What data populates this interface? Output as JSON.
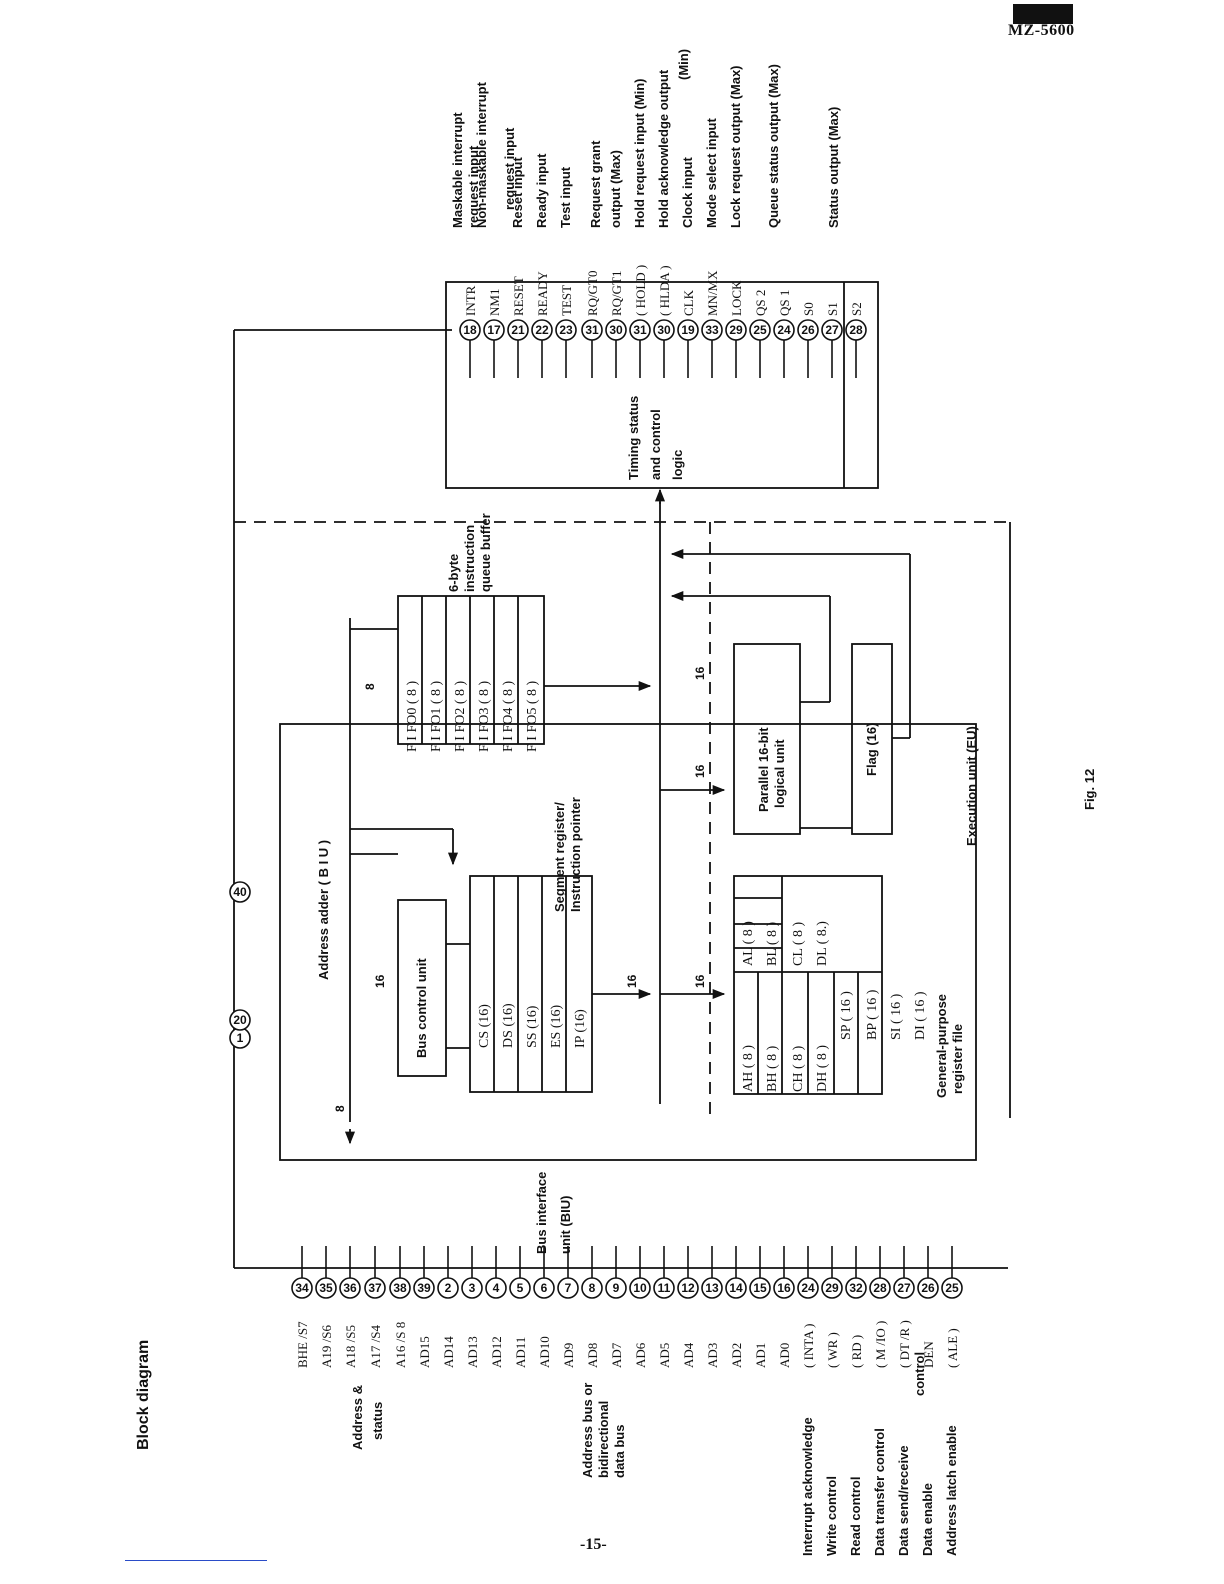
{
  "page": {
    "model": "MZ-5600",
    "page_number": "-15-",
    "section_title": "Block diagram",
    "figure_caption": "Fig. 12"
  },
  "blocks": {
    "biu": [
      "Bus interface",
      "unit (BIU)"
    ],
    "address_adder": "Address adder ( B I U )",
    "bus_control": "Bus control unit",
    "segment_label": [
      "Segment register/",
      "Instruction pointer"
    ],
    "queue_label": [
      "6-byte",
      "instruction",
      "queue buffer"
    ],
    "alu": [
      "Parallel 16-bit",
      "logical unit"
    ],
    "flag": "Flag (16)",
    "gpr_label": [
      "General-purpose",
      "register file"
    ],
    "eu_label": "Execution unit (EU)",
    "timing": [
      "Timing status",
      "and control",
      "logic"
    ]
  },
  "segment_registers": [
    "CS  (16)",
    "DS  (16)",
    "SS  (16)",
    "ES  (16)",
    "IP  (16)"
  ],
  "fifo": [
    "F I FO0  ( 8 )",
    "F I FO1  ( 8 )",
    "F I FO2  ( 8 )",
    "F I FO3  ( 8 )",
    "F I FO4  ( 8 )",
    "F I FO5  ( 8 )"
  ],
  "gp_pairs": [
    [
      "AH ( 8 )",
      "AL ( 8 )"
    ],
    [
      "BH ( 8 )",
      "BL ( 8 )"
    ],
    [
      "CH ( 8 )",
      "CL ( 8 )"
    ],
    [
      "DH ( 8 )",
      "DL ( 8.)"
    ]
  ],
  "gp_wide": [
    "SP  ( 16 )",
    "BP  ( 16 )",
    "SI  ( 16 )",
    "DI  ( 16 )"
  ],
  "bus_widths": {
    "adder_to_queue": "8",
    "adder_to_biu": "8",
    "adder_to_bcu": "16",
    "seg_to_bus": "16",
    "gpr_to_bus": "16",
    "alu_in": "16",
    "queue_to_alu": "16"
  },
  "power_pins": [
    "1",
    "20",
    "40"
  ],
  "left_pins": [
    {
      "num": "34",
      "name": "BHE /S7"
    },
    {
      "num": "35",
      "name": "A19 /S6"
    },
    {
      "num": "36",
      "name": "A18 /S5"
    },
    {
      "num": "37",
      "name": "A17 /S4"
    },
    {
      "num": "38",
      "name": "A16 /S 8"
    },
    {
      "num": "39",
      "name": "AD15"
    },
    {
      "num": "2",
      "name": "AD14"
    },
    {
      "num": "3",
      "name": "AD13"
    },
    {
      "num": "4",
      "name": "AD12"
    },
    {
      "num": "5",
      "name": "AD11"
    },
    {
      "num": "6",
      "name": "AD10"
    },
    {
      "num": "7",
      "name": "AD9"
    },
    {
      "num": "8",
      "name": "AD8"
    },
    {
      "num": "9",
      "name": "AD7"
    },
    {
      "num": "10",
      "name": "AD6"
    },
    {
      "num": "11",
      "name": "AD5"
    },
    {
      "num": "12",
      "name": "AD4"
    },
    {
      "num": "13",
      "name": "AD3"
    },
    {
      "num": "14",
      "name": "AD2"
    },
    {
      "num": "15",
      "name": "AD1"
    },
    {
      "num": "16",
      "name": "AD0"
    },
    {
      "num": "24",
      "name": "( INTA )"
    },
    {
      "num": "29",
      "name": "( WR )"
    },
    {
      "num": "32",
      "name": "( RD )"
    },
    {
      "num": "28",
      "name": "( M /IO )"
    },
    {
      "num": "27",
      "name": "( DT /R )"
    },
    {
      "num": "26",
      "name": "DEN"
    },
    {
      "num": "25",
      "name": "( ALE )"
    }
  ],
  "left_groups": {
    "address_status": [
      "Address &",
      "status"
    ],
    "address_data": [
      "Address bus or",
      "bidirectional",
      "data bus"
    ]
  },
  "left_descriptions": [
    "Interrupt acknowledge",
    "Write control",
    "Read control",
    "Data transfer control",
    "Data send/receive",
    "Data enable",
    "Address latch enable"
  ],
  "left_desc_extra": "control",
  "right_pins": [
    {
      "num": "18",
      "name": "INTR"
    },
    {
      "num": "17",
      "name": "NM1"
    },
    {
      "num": "21",
      "name": "RESET"
    },
    {
      "num": "22",
      "name": "READY"
    },
    {
      "num": "23",
      "name": "TEST"
    },
    {
      "num": "31",
      "name": "RQ/GT0"
    },
    {
      "num": "30",
      "name": "RQ/GT1"
    },
    {
      "num": "31",
      "name": "( HOLD )"
    },
    {
      "num": "30",
      "name": "( HLDA )"
    },
    {
      "num": "19",
      "name": "CLK"
    },
    {
      "num": "33",
      "name": "MN/MX"
    },
    {
      "num": "29",
      "name": "LOCK"
    },
    {
      "num": "25",
      "name": "QS 2"
    },
    {
      "num": "24",
      "name": "QS 1"
    },
    {
      "num": "26",
      "name": "S0"
    },
    {
      "num": "27",
      "name": "S1"
    },
    {
      "num": "28",
      "name": "S2"
    }
  ],
  "right_descriptions": {
    "intr": [
      "Maskable interrupt",
      "request input"
    ],
    "nmi": [
      "Non-maskable interrupt",
      "request input"
    ],
    "reset": "Reset input",
    "ready": "Ready input",
    "test": "Test input",
    "rqgt": [
      "Request grant",
      "output (Max)"
    ],
    "hold": "Hold request input (Min)",
    "hlda": [
      "Hold acknowledge output",
      "(Min)"
    ],
    "clk": "Clock input",
    "mnmx": "Mode select input",
    "lock": "Lock request output (Max)",
    "qs": "Queue status output (Max)",
    "status": "Status output (Max)"
  }
}
